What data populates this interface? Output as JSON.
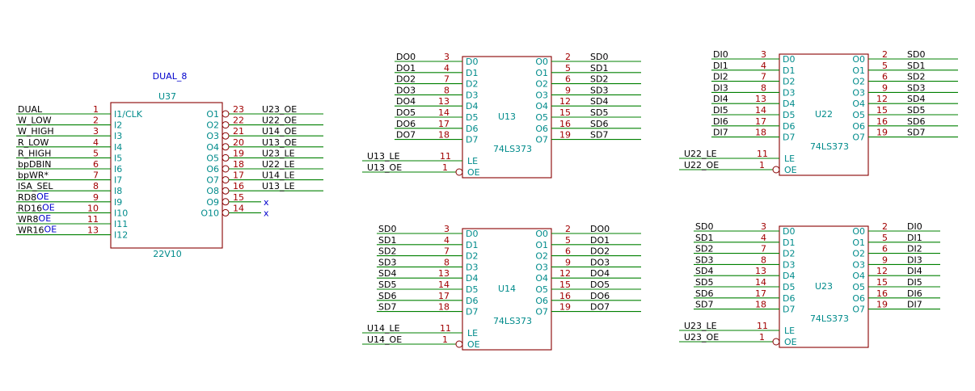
{
  "gal": {
    "ref": "U37",
    "value": "22V10",
    "title": "DUAL_8",
    "inputs": [
      {
        "net": "DUAL",
        "num": "1",
        "pin": "I1/CLK"
      },
      {
        "net": "W_LOW",
        "num": "2",
        "pin": "I2"
      },
      {
        "net": "W_HIGH",
        "num": "3",
        "pin": "I3"
      },
      {
        "net": "R_LOW",
        "num": "4",
        "pin": "I4"
      },
      {
        "net": "R_HIGH",
        "num": "5",
        "pin": "I5"
      },
      {
        "net": "bpDBIN",
        "num": "6",
        "pin": "I6"
      },
      {
        "net": "bpWR*",
        "num": "7",
        "pin": "I7"
      },
      {
        "net": "ISA_SEL",
        "num": "8",
        "pin": "I8"
      },
      {
        "net": "RD8",
        "sub": "OE",
        "num": "9",
        "pin": "I9"
      },
      {
        "net": "RD16",
        "sub": "OE",
        "num": "10",
        "pin": "I10"
      },
      {
        "net": "WR8",
        "sub": "OE",
        "num": "11",
        "pin": "I11"
      },
      {
        "net": "WR16",
        "sub": "OE",
        "num": "13",
        "pin": "I12"
      }
    ],
    "outputs": [
      {
        "pin": "O1",
        "num": "23",
        "net": "U23_OE"
      },
      {
        "pin": "O2",
        "num": "22",
        "net": "U22_OE"
      },
      {
        "pin": "O3",
        "num": "21",
        "net": "U14_OE"
      },
      {
        "pin": "O4",
        "num": "20",
        "net": "U13_OE"
      },
      {
        "pin": "O5",
        "num": "19",
        "net": "U23_LE"
      },
      {
        "pin": "O6",
        "num": "18",
        "net": "U22_LE"
      },
      {
        "pin": "O7",
        "num": "17",
        "net": "U14_LE"
      },
      {
        "pin": "O8",
        "num": "16",
        "net": "U13_LE"
      },
      {
        "pin": "O9",
        "num": "15",
        "net": "x"
      },
      {
        "pin": "O10",
        "num": "14",
        "net": "x"
      }
    ]
  },
  "latch_pin_numbers": {
    "inputs": [
      "3",
      "4",
      "7",
      "8",
      "13",
      "14",
      "17",
      "18"
    ],
    "outputs": [
      "2",
      "5",
      "6",
      "9",
      "12",
      "15",
      "16",
      "19"
    ],
    "le": "11",
    "oe": "1"
  },
  "latch_pin_names": {
    "inputs": [
      "D0",
      "D1",
      "D2",
      "D3",
      "D4",
      "D5",
      "D6",
      "D7"
    ],
    "outputs": [
      "O0",
      "O1",
      "O2",
      "O3",
      "O4",
      "O5",
      "O6",
      "O7"
    ],
    "le": "LE",
    "oe": "OE"
  },
  "latches": [
    {
      "ref": "U13",
      "value": "74LS373",
      "in_nets": [
        "DO0",
        "DO1",
        "DO2",
        "DO3",
        "DO4",
        "DO5",
        "DO6",
        "DO7"
      ],
      "out_nets": [
        "SD0",
        "SD1",
        "SD2",
        "SD3",
        "SD4",
        "SD5",
        "SD6",
        "SD7"
      ],
      "le_net": "U13_LE",
      "oe_net": "U13_OE"
    },
    {
      "ref": "U22",
      "value": "74LS373",
      "in_nets": [
        "DI0",
        "DI1",
        "DI2",
        "DI3",
        "DI4",
        "DI5",
        "DI6",
        "DI7"
      ],
      "out_nets": [
        "SD0",
        "SD1",
        "SD2",
        "SD3",
        "SD4",
        "SD5",
        "SD6",
        "SD7"
      ],
      "le_net": "U22_LE",
      "oe_net": "U22_OE"
    },
    {
      "ref": "U14",
      "value": "74LS373",
      "in_nets": [
        "SD0",
        "SD1",
        "SD2",
        "SD3",
        "SD4",
        "SD5",
        "SD6",
        "SD7"
      ],
      "out_nets": [
        "DO0",
        "DO1",
        "DO2",
        "DO3",
        "DO4",
        "DO5",
        "DO6",
        "DO7"
      ],
      "le_net": "U14_LE",
      "oe_net": "U14_OE"
    },
    {
      "ref": "U23",
      "value": "74LS373",
      "in_nets": [
        "SD0",
        "SD1",
        "SD2",
        "SD3",
        "SD4",
        "SD5",
        "SD6",
        "SD7"
      ],
      "out_nets": [
        "DI0",
        "DI1",
        "DI2",
        "DI3",
        "DI4",
        "DI5",
        "DI6",
        "DI7"
      ],
      "le_net": "U23_LE",
      "oe_net": "U23_OE"
    }
  ]
}
